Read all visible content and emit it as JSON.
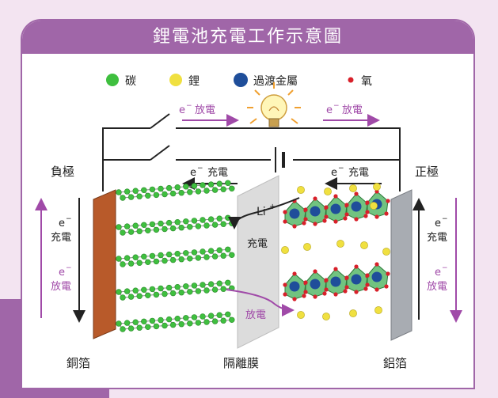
{
  "title": "鋰電池充電工作示意圖",
  "legend": [
    {
      "label": "碳",
      "color": "#3fbf3f"
    },
    {
      "label": "鋰",
      "color": "#f0e040"
    },
    {
      "label": "過渡金屬",
      "color": "#1f4e9a"
    },
    {
      "label": "氧",
      "color": "#d8202a"
    }
  ],
  "labels": {
    "e_symbol": "e",
    "e_superscript": "−",
    "discharge": "放電",
    "charge": "充電",
    "li_ion": "Li",
    "li_superscript": "+",
    "negative_electrode": "負極",
    "positive_electrode": "正極",
    "copper_foil": "銅箔",
    "separator": "隔離膜",
    "aluminum_foil": "鋁箔"
  },
  "colors": {
    "accent": "#a066a8",
    "arrow_purple": "#a04aa8",
    "copper": "#b85a2a",
    "aluminum": "#a8acb2",
    "crystal": "#58b86a"
  }
}
